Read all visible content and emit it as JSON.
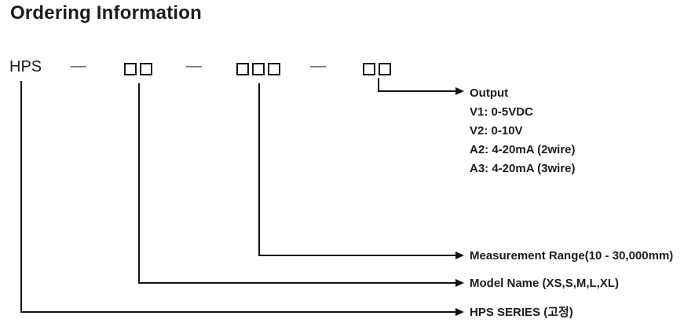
{
  "title": "Ordering Information",
  "code_line": {
    "prefix": "HPS",
    "separator": "—",
    "group1_boxes": 2,
    "group2_boxes": 3,
    "group3_boxes": 2
  },
  "callouts": {
    "output": {
      "label": "Output",
      "options": [
        "V1: 0-5VDC",
        "V2: 0-10V",
        "A2: 4-20mA (2wire)",
        "A3: 4-20mA (3wire)"
      ]
    },
    "measurement_range": {
      "label": "Measurement Range(10 - 30,000mm)"
    },
    "model_name": {
      "label": "Model Name (XS,S,M,L,XL)"
    },
    "series": {
      "label": "HPS SERIES (고정)"
    }
  },
  "colors": {
    "text": "#1c1c1e",
    "line": "#121212",
    "separator": "#58585a",
    "background": "#ffffff"
  }
}
